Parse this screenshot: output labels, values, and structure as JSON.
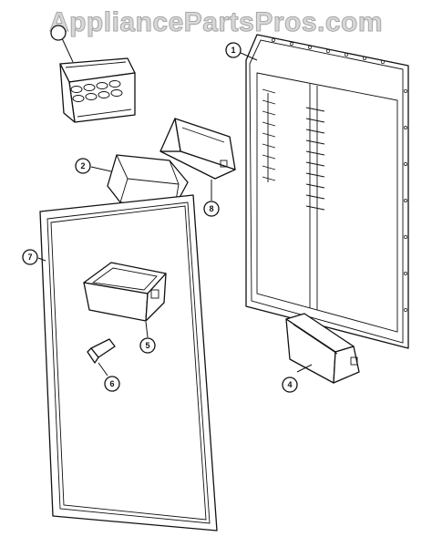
{
  "watermark": "AppliancePartsPros.com",
  "callouts": {
    "door_liner": "1",
    "dairy_cover": "2",
    "large_door_bin": "4",
    "small_door_bin": "5",
    "bin_clip": "6",
    "door_gasket": "7",
    "dairy_door": "8",
    "utility_bin": ""
  }
}
